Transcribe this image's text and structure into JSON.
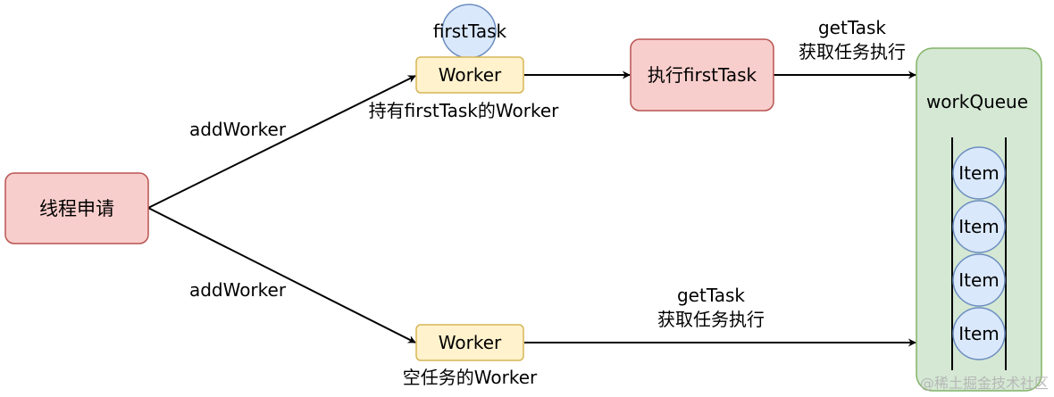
{
  "nodes": {
    "thread_request": "线程申请",
    "worker_top": "Worker",
    "first_task_circle": "firstTask",
    "execute_first_task": "执行firstTask",
    "worker_bottom": "Worker",
    "work_queue": "workQueue",
    "queue_items": [
      "Item",
      "Item",
      "Item",
      "Item"
    ]
  },
  "labels": {
    "add_worker_top": "addWorker",
    "add_worker_bottom": "addWorker",
    "worker_top_caption": "持有firstTask的Worker",
    "worker_bottom_caption": "空任务的Worker",
    "get_task_top_line1": "getTask",
    "get_task_top_line2": "获取任务执行",
    "get_task_bottom_line1": "getTask",
    "get_task_bottom_line2": "获取任务执行"
  },
  "watermark": "@稀土掘金技术社区",
  "colors": {
    "red_fill": "#f8cecc",
    "red_stroke": "#b85450",
    "yellow_fill": "#fff2cc",
    "yellow_stroke": "#d6b656",
    "blue_fill": "#dae8fc",
    "blue_stroke": "#6c8ebf",
    "green_fill": "#d5e8d4",
    "green_stroke": "#82b366"
  }
}
